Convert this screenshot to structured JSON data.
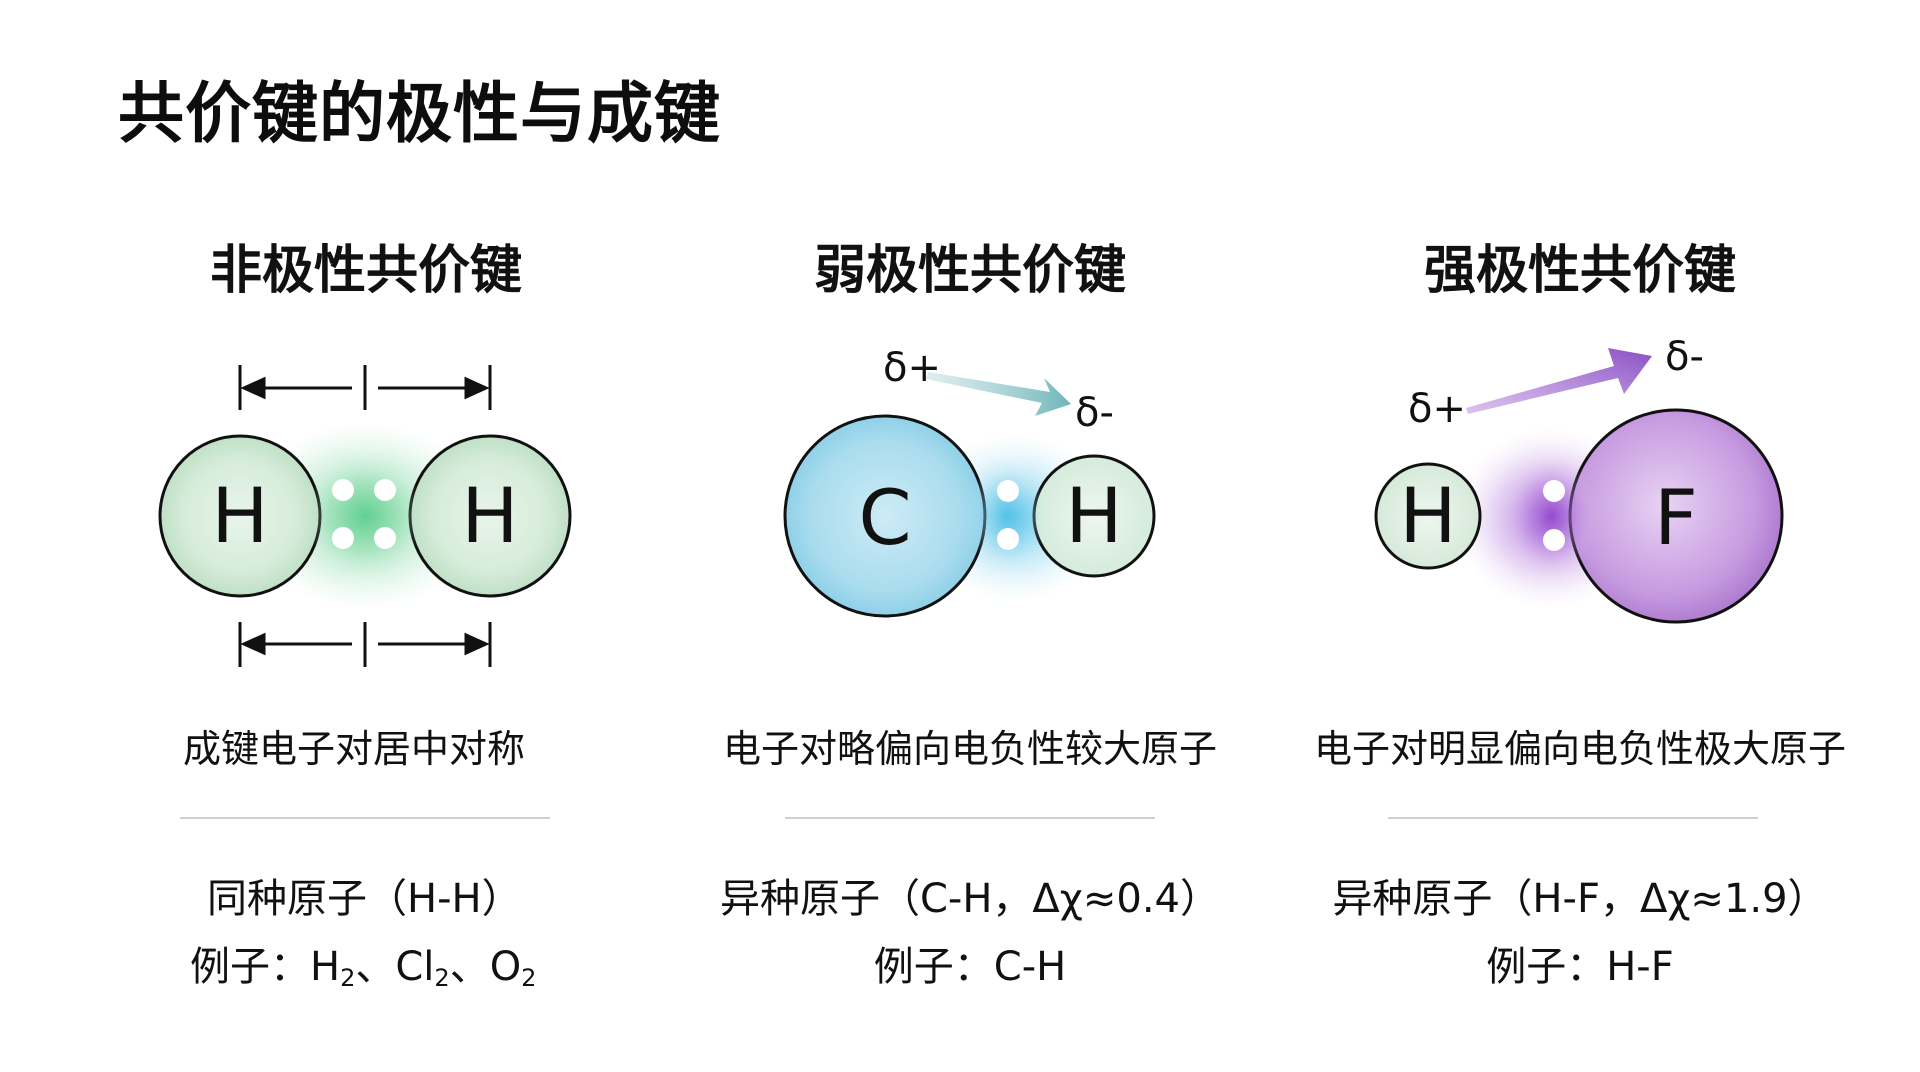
{
  "title": "共价键的极性与成键",
  "panels": [
    {
      "title": "非极性共价键",
      "atoms": [
        "H",
        "H"
      ],
      "description": "成键电子对居中对称",
      "line1": "同种原子（H-H）",
      "examples_prefix": "例子：",
      "examples": [
        {
          "symbol": "H",
          "subscript": "2",
          "sep": "、"
        },
        {
          "symbol": "Cl",
          "subscript": "2",
          "sep": "、"
        },
        {
          "symbol": "O",
          "subscript": "2",
          "sep": ""
        }
      ]
    },
    {
      "title": "弱极性共价键",
      "atoms": [
        "C",
        "H"
      ],
      "delta_plus": "δ+",
      "delta_minus": "δ-",
      "description": "电子对略偏向电负性较大原子",
      "line1": "异种原子（C-H，Δχ≈0.4）",
      "line2": "例子：C-H"
    },
    {
      "title": "强极性共价键",
      "atoms": [
        "H",
        "F"
      ],
      "delta_plus": "δ+",
      "delta_minus": "δ-",
      "description": "电子对明显偏向电负性极大原子",
      "line1": "异种原子（H-F，Δχ≈1.9）",
      "line2": "例子：H-F"
    }
  ],
  "colors": {
    "green_fill": "#d2ead6",
    "green_glow": "#6fd498",
    "blue_fill": "#a9dcee",
    "blue_glow": "#5cc2e6",
    "purple_fill": "#c79ae0",
    "purple_glow": "#9b55d0",
    "light_atom_fill": "#e3f1e6"
  }
}
